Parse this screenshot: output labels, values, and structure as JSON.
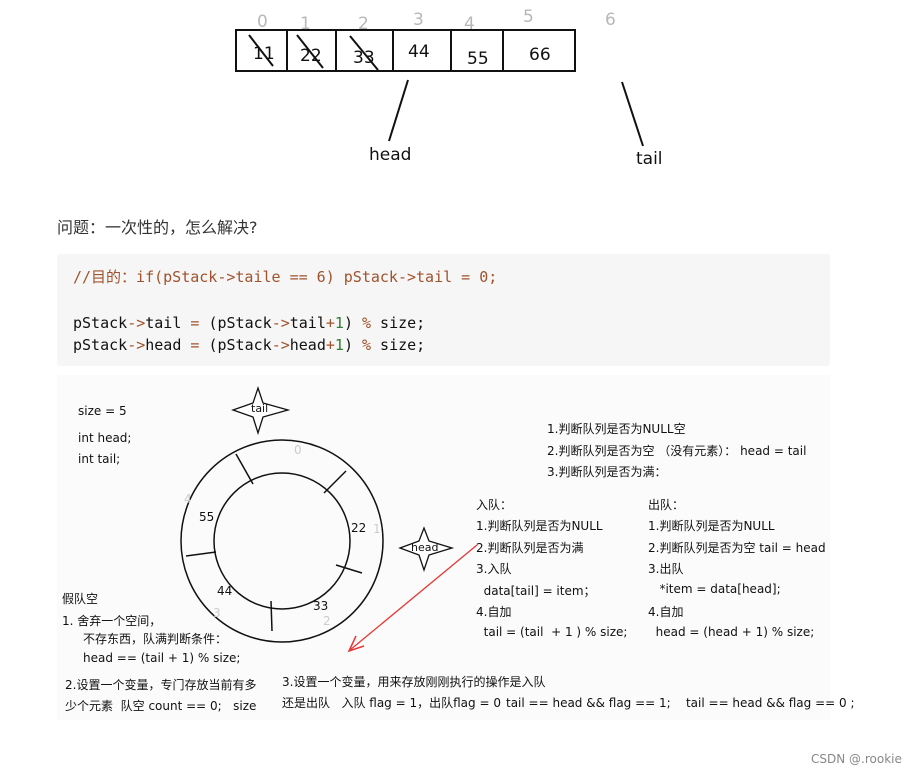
{
  "array": {
    "indices": [
      "0",
      "1",
      "2",
      "3",
      "4",
      "5",
      "6"
    ],
    "cells": [
      "11",
      "22",
      "33",
      "44",
      "55",
      "66"
    ],
    "head_label": "head",
    "tail_label": "tail"
  },
  "question": "问题：一次性的，怎么解决?",
  "code": {
    "line1_comment": "//目的：if(pStack->taile == 6) pStack->tail = 0;",
    "line2_a": "pStack",
    "line2_b": "->",
    "line2_c": "tail ",
    "line2_d": "=",
    "line2_e": " (pStack",
    "line2_f": "->",
    "line2_g": "tail",
    "line2_h": "+",
    "line2_i": "1",
    "line2_j": ") ",
    "line2_k": "%",
    "line2_l": " size;",
    "line3_a": "pStack",
    "line3_b": "->",
    "line3_c": "head ",
    "line3_d": "=",
    "line3_e": " (pStack",
    "line3_f": "->",
    "line3_g": "head",
    "line3_h": "+",
    "line3_i": "1",
    "line3_j": ") ",
    "line3_k": "%",
    "line3_l": " size;"
  },
  "diagram": {
    "size": "size = 5",
    "int_head": "int   head;",
    "int_tail": "int   tail;",
    "tail_star": "tail",
    "head_star": "head",
    "ring_indices": [
      "0",
      "1",
      "2",
      "3",
      "4"
    ],
    "ring_values": [
      "22",
      "33",
      "44",
      "55"
    ],
    "checks": [
      "1.判断队列是否为NULL空",
      "2.判断队列是否为空 （没有元素）： head = tail",
      "3.判断队列是否为满："
    ],
    "enqueue": [
      "入队：",
      "1.判断队列是否为NULL",
      "2.判断队列是否为满",
      "3.入队",
      "  data[tail] = item；",
      "4.自加",
      "  tail = (tail  + 1 ) % size;"
    ],
    "dequeue": [
      "出队：",
      "1.判断队列是否为NULL",
      "2.判断队列是否为空  tail = head",
      "3.出队",
      "   *item = data[head];",
      "4.自加",
      "  head = (head + 1) % size;"
    ],
    "fake_empty": [
      "假队空",
      "1.  舍弃一个空间，",
      "不存东西，队满判断条件：",
      "head == (tail + 1) % size;"
    ],
    "method2": [
      "2.设置一个变量，专门存放当前有多",
      "少个元素  队空 count == 0;   size"
    ],
    "method3": [
      "3.设置一个变量，用来存放刚刚执行的操作是入队",
      "还是出队   入队 flag = 1，出队flag = 0",
      "tail == head && flag == 1;    tail == head && flag == 0 ;"
    ]
  },
  "watermark": "CSDN @.rookie",
  "colors": {
    "arrow": "#e53935",
    "comment": "#a0522d",
    "number": "#2e7d32"
  }
}
